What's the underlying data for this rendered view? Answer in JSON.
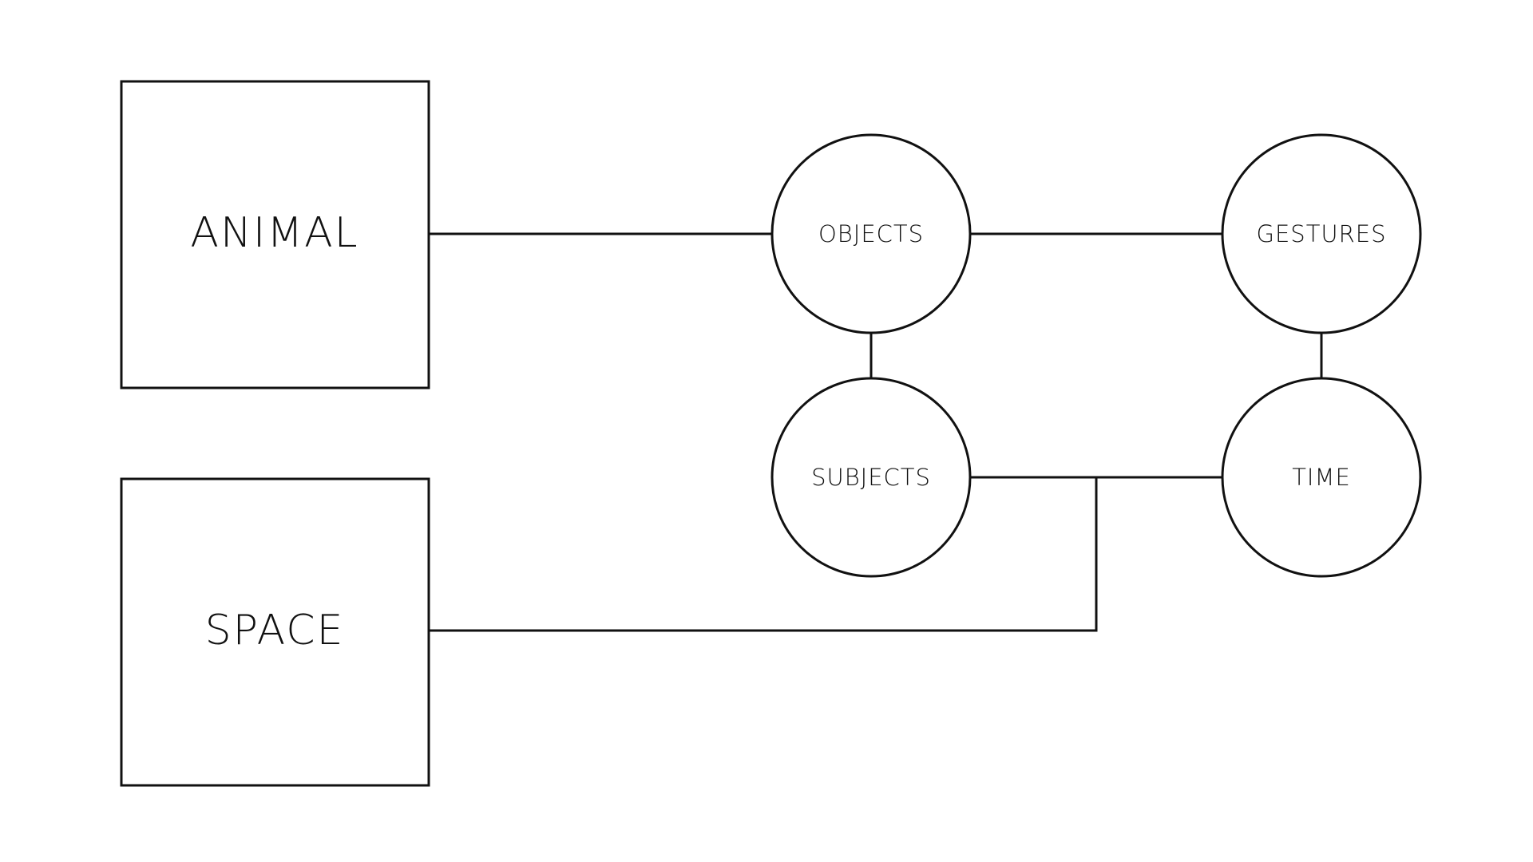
{
  "diagram": {
    "boxes": [
      {
        "id": "animal",
        "label": "ANIMAL"
      },
      {
        "id": "space",
        "label": "SPACE"
      }
    ],
    "circles": [
      {
        "id": "objects",
        "label": "OBJECTS"
      },
      {
        "id": "gestures",
        "label": "GESTURES"
      },
      {
        "id": "subjects",
        "label": "SUBJECTS"
      },
      {
        "id": "time",
        "label": "TIME"
      }
    ],
    "connections": [
      {
        "from": "animal",
        "to": "objects"
      },
      {
        "from": "objects",
        "to": "gestures"
      },
      {
        "from": "objects",
        "to": "subjects"
      },
      {
        "from": "gestures",
        "to": "time"
      },
      {
        "from": "subjects",
        "to": "time"
      },
      {
        "from": "space",
        "to": "subjects-time-link"
      }
    ],
    "colors": {
      "stroke": "#111111",
      "background": "#ffffff"
    }
  }
}
